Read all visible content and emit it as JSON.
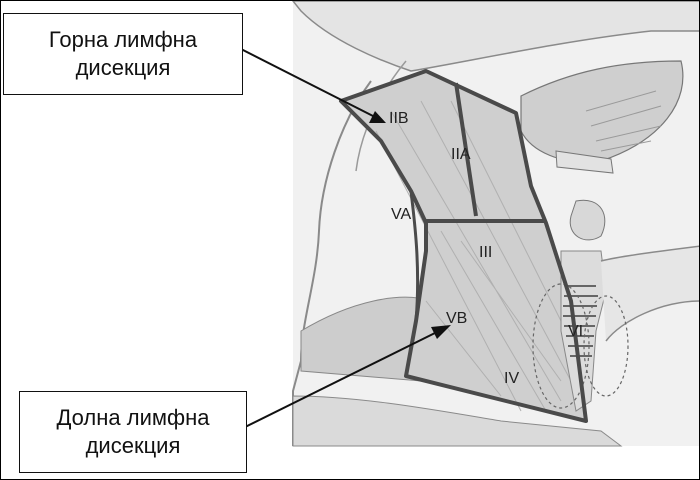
{
  "callouts": {
    "upper": {
      "line1": "Горна лимфна",
      "line2": "дисекция"
    },
    "lower": {
      "line1": "Долна лимфна",
      "line2": "дисекция"
    }
  },
  "levels": {
    "IIB": "IIB",
    "IIA": "IIA",
    "VA": "VA",
    "III": "III",
    "VB": "VB",
    "IV": "IV",
    "VI": "VI"
  },
  "colors": {
    "muscle_fill": "#d6d6d6",
    "outline": "#4a4a4a",
    "skin": "#e9e9e9"
  }
}
